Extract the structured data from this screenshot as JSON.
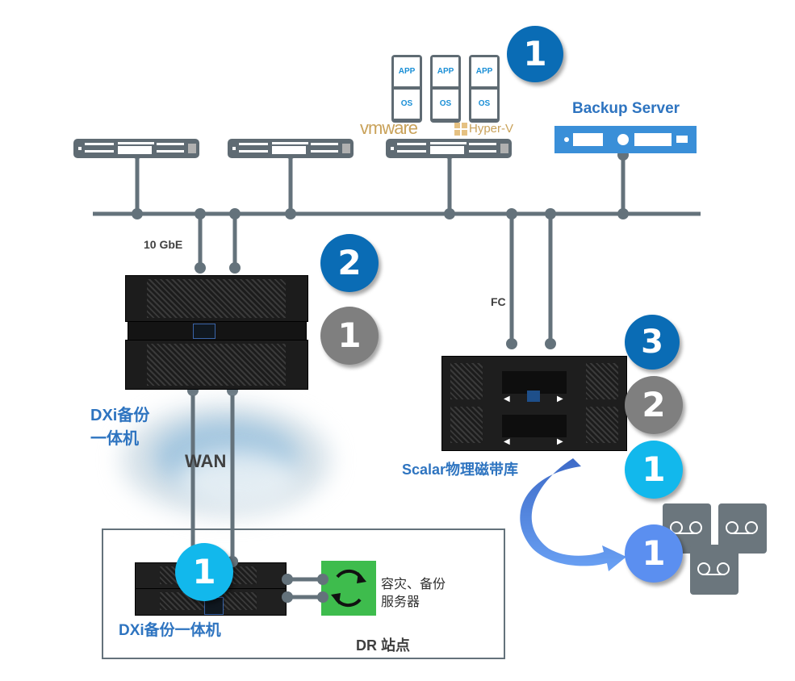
{
  "diagram": {
    "labels": {
      "backup_server": "Backup Server",
      "link_10gbe": "10 GbE",
      "link_fc": "FC",
      "link_wan": "WAN",
      "dxi_primary_line1": "DXi备份",
      "dxi_primary_line2": "一体机",
      "scalar": "Scalar物理磁带库",
      "dxi_dr": "DXi备份一体机",
      "dr_server_line1": "容灾、备份",
      "dr_server_line2": "服务器",
      "dr_site": "DR 站点",
      "vmware": "vmware",
      "hyperv": "Hyper-V"
    },
    "vms": [
      {
        "app": "APP",
        "os": "OS"
      },
      {
        "app": "APP",
        "os": "OS"
      },
      {
        "app": "APP",
        "os": "OS"
      }
    ],
    "badges": [
      {
        "id": "virtual-1",
        "value": "1",
        "color": "#0a6cb5"
      },
      {
        "id": "dxi-2",
        "value": "2",
        "color": "#0a6cb5"
      },
      {
        "id": "dxi-1",
        "value": "1",
        "color": "#7f7f7f"
      },
      {
        "id": "scalar-3",
        "value": "3",
        "color": "#0a6cb5"
      },
      {
        "id": "scalar-2",
        "value": "2",
        "color": "#7f7f7f"
      },
      {
        "id": "scalar-1",
        "value": "1",
        "color": "#12b8ec"
      },
      {
        "id": "tape-1",
        "value": "1",
        "color": "#5b8ff0"
      },
      {
        "id": "dr-1",
        "value": "1",
        "color": "#12b8ec"
      }
    ],
    "icons": {
      "server": "server-rack-icon",
      "tape": "tape-cartridge-icon",
      "sync": "sync-arrows-icon"
    },
    "colors": {
      "wire": "#64727b",
      "label_blue": "#2e74c0",
      "backup_server": "#3a8fd8",
      "sync_box": "#3ebc4d"
    }
  }
}
